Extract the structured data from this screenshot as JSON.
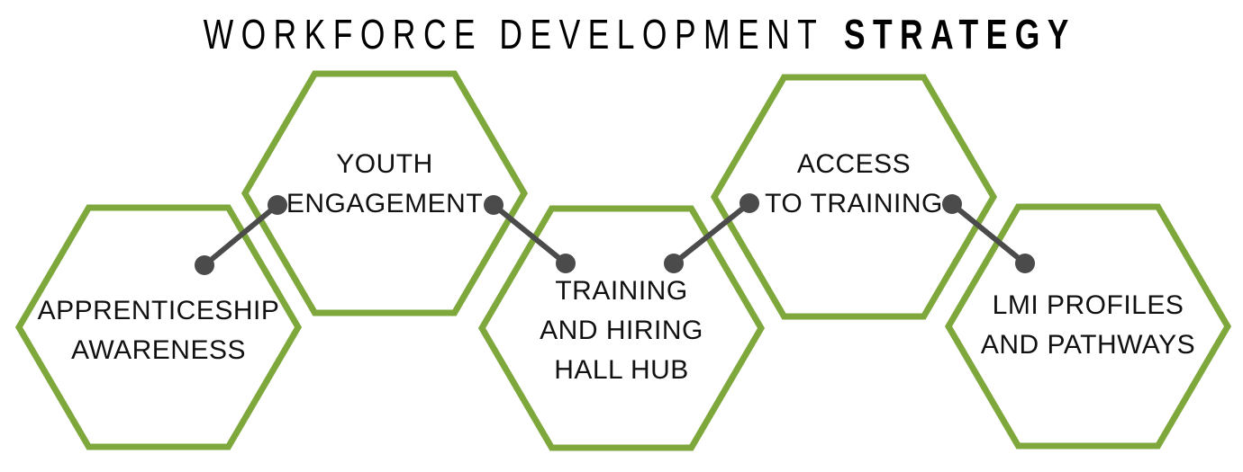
{
  "title": {
    "regular": "WORKFORCE DEVELOPMENT",
    "bold": "STRATEGY"
  },
  "hexagons": [
    {
      "name": "apprenticeship-awareness",
      "lines": [
        "APPRENTICESHIP",
        "AWARENESS"
      ]
    },
    {
      "name": "youth-engagement",
      "lines": [
        "YOUTH",
        "ENGAGEMENT"
      ]
    },
    {
      "name": "training-and-hiring-hall-hub",
      "lines": [
        "TRAINING",
        "AND HIRING",
        "HALL HUB"
      ]
    },
    {
      "name": "access-to-training",
      "lines": [
        "ACCESS",
        "TO TRAINING"
      ]
    },
    {
      "name": "lmi-profiles-and-pathways",
      "lines": [
        "LMI PROFILES",
        "AND PATHWAYS"
      ]
    }
  ],
  "connections": [
    {
      "from": "apprenticeship-awareness",
      "to": "youth-engagement"
    },
    {
      "from": "youth-engagement",
      "to": "training-and-hiring-hall-hub"
    },
    {
      "from": "training-and-hiring-hall-hub",
      "to": "access-to-training"
    },
    {
      "from": "access-to-training",
      "to": "lmi-profiles-and-pathways"
    }
  ],
  "colors": {
    "background": "#FFFFFF",
    "hexagon_border": "#7EA83C",
    "connector": "#4B4B4B",
    "title_text": "#000000",
    "label_text": "#111111"
  }
}
